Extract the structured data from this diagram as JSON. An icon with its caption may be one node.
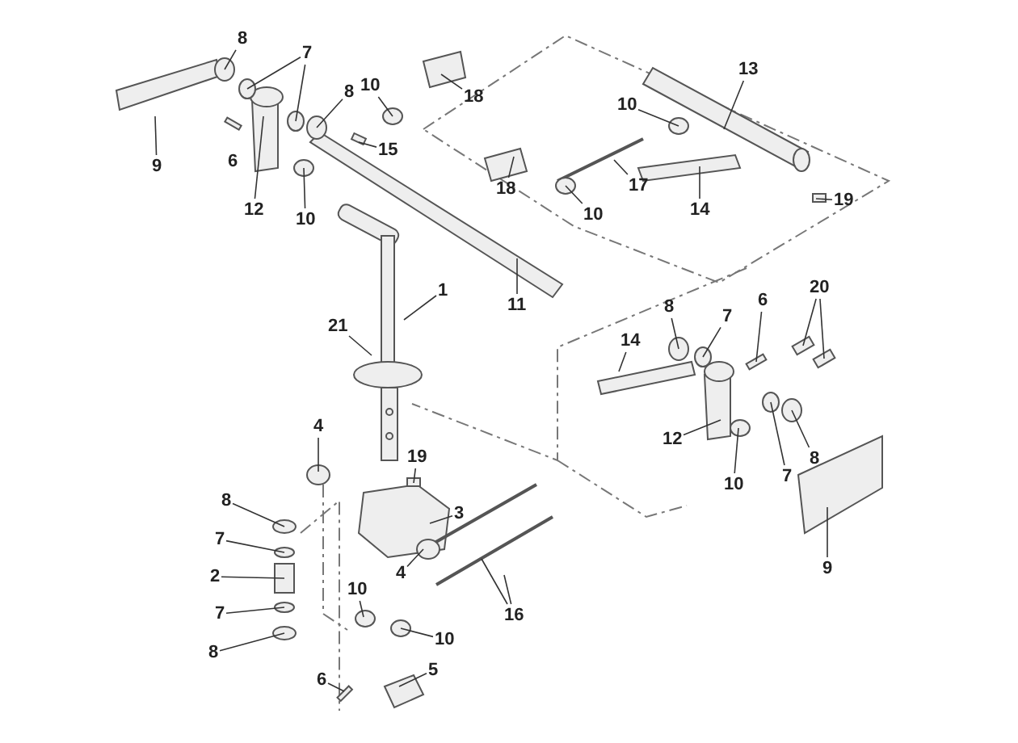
{
  "diagram": {
    "nodes": [
      {
        "text": [
          "9"
        ]
      },
      {
        "text": [
          "8"
        ]
      },
      {
        "text": [
          "7"
        ]
      },
      {
        "text": [
          "12"
        ]
      },
      {
        "text": [
          "8"
        ]
      },
      {
        "text": [
          "10"
        ]
      },
      {
        "text": [
          "18"
        ]
      },
      {
        "text": [
          "15"
        ]
      },
      {
        "text": [
          "10"
        ]
      },
      {
        "text": [
          "13"
        ]
      },
      {
        "text": [
          "10"
        ]
      },
      {
        "text": [
          "18"
        ]
      },
      {
        "text": [
          "17"
        ]
      },
      {
        "text": [
          "10"
        ]
      },
      {
        "text": [
          "14"
        ]
      },
      {
        "text": [
          "19"
        ]
      },
      {
        "text": [
          "1"
        ]
      },
      {
        "text": [
          "11"
        ]
      },
      {
        "text": [
          "21"
        ]
      },
      {
        "text": [
          "20"
        ]
      },
      {
        "text": [
          "8"
        ]
      },
      {
        "text": [
          "7"
        ]
      },
      {
        "text": [
          "6"
        ]
      },
      {
        "text": [
          "14"
        ]
      },
      {
        "text": [
          "4"
        ]
      },
      {
        "text": [
          "19"
        ]
      },
      {
        "text": [
          "12"
        ]
      },
      {
        "text": [
          "7"
        ]
      },
      {
        "text": [
          "8"
        ]
      },
      {
        "text": [
          "10"
        ]
      },
      {
        "text": [
          "8"
        ]
      },
      {
        "text": [
          "3"
        ]
      },
      {
        "text": [
          "7"
        ]
      },
      {
        "text": [
          "2"
        ]
      },
      {
        "text": [
          "4"
        ]
      },
      {
        "text": [
          "10"
        ]
      },
      {
        "text": [
          "7"
        ]
      },
      {
        "text": [
          "16"
        ]
      },
      {
        "text": [
          "10"
        ]
      },
      {
        "text": [
          "8"
        ]
      },
      {
        "text": [
          "9"
        ]
      },
      {
        "text": [
          "5"
        ]
      },
      {
        "text": [
          "6"
        ]
      }
    ],
    "edges": [
      {
        "from": 0,
        "to": null,
        "arrow": "none"
      },
      {
        "from": 1,
        "to": null,
        "arrow": "none"
      },
      {
        "from": 2,
        "to": null,
        "arrow": "none"
      },
      {
        "from": 2,
        "to": null,
        "arrow": "none"
      },
      {
        "from": 3,
        "to": null,
        "arrow": "none"
      },
      {
        "from": 4,
        "to": null,
        "arrow": "none"
      },
      {
        "from": 5,
        "to": null,
        "arrow": "none"
      },
      {
        "from": 6,
        "to": null,
        "arrow": "none"
      },
      {
        "from": 7,
        "to": null,
        "arrow": "none"
      },
      {
        "from": 8,
        "to": null,
        "arrow": "none"
      },
      {
        "from": 9,
        "to": null,
        "arrow": "none"
      },
      {
        "from": 10,
        "to": null,
        "arrow": "none"
      },
      {
        "from": 11,
        "to": null,
        "arrow": "none"
      },
      {
        "from": 12,
        "to": null,
        "arrow": "none"
      },
      {
        "from": 13,
        "to": null,
        "arrow": "none"
      },
      {
        "from": 14,
        "to": null,
        "arrow": "none"
      },
      {
        "from": 15,
        "to": null,
        "arrow": "none"
      },
      {
        "from": 16,
        "to": null,
        "arrow": "none"
      },
      {
        "from": 17,
        "to": null,
        "arrow": "none"
      },
      {
        "from": 18,
        "to": null,
        "arrow": "none"
      },
      {
        "from": 19,
        "to": null,
        "arrow": "none"
      },
      {
        "from": 19,
        "to": null,
        "arrow": "none"
      },
      {
        "from": 20,
        "to": null,
        "arrow": "none"
      },
      {
        "from": 21,
        "to": null,
        "arrow": "none"
      },
      {
        "from": 22,
        "to": null,
        "arrow": "none"
      },
      {
        "from": 23,
        "to": null,
        "arrow": "none"
      },
      {
        "from": 24,
        "to": null,
        "arrow": "none"
      },
      {
        "from": 25,
        "to": null,
        "arrow": "none"
      },
      {
        "from": 26,
        "to": null,
        "arrow": "none"
      },
      {
        "from": 27,
        "to": null,
        "arrow": "none"
      },
      {
        "from": 28,
        "to": null,
        "arrow": "none"
      },
      {
        "from": 29,
        "to": null,
        "arrow": "none"
      },
      {
        "from": 30,
        "to": null,
        "arrow": "none"
      },
      {
        "from": 31,
        "to": null,
        "arrow": "none"
      },
      {
        "from": 32,
        "to": null,
        "arrow": "none"
      },
      {
        "from": 33,
        "to": null,
        "arrow": "none"
      },
      {
        "from": 34,
        "to": null,
        "arrow": "none"
      },
      {
        "from": 35,
        "to": null,
        "arrow": "none"
      },
      {
        "from": 36,
        "to": null,
        "arrow": "none"
      },
      {
        "from": 37,
        "to": null,
        "arrow": "none"
      },
      {
        "from": 37,
        "to": null,
        "arrow": "none"
      },
      {
        "from": 38,
        "to": null,
        "arrow": "none"
      },
      {
        "from": 39,
        "to": null,
        "arrow": "none"
      },
      {
        "from": 40,
        "to": null,
        "arrow": "none"
      },
      {
        "from": 41,
        "to": null,
        "arrow": "none"
      },
      {
        "from": 42,
        "to": null,
        "arrow": "none"
      }
    ],
    "labels": [
      "6"
    ]
  }
}
